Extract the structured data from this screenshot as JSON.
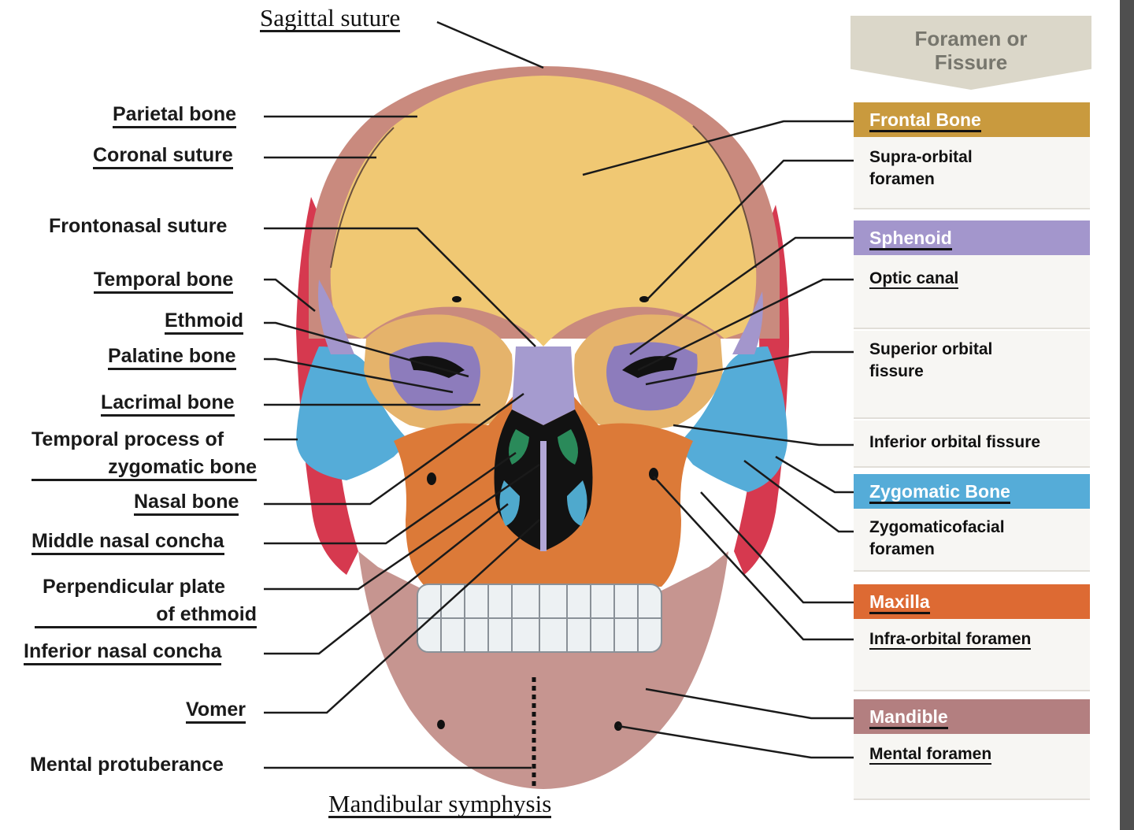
{
  "header": {
    "line1": "Foramen or",
    "line2": "Fissure"
  },
  "top_label": "Sagittal suture",
  "bottom_label": "Mandibular symphysis",
  "left_labels": {
    "parietal": "Parietal bone",
    "coronal": "Coronal suture",
    "frontonasal": "Frontonasal suture",
    "temporal": "Temporal bone",
    "ethmoid": "Ethmoid",
    "palatine": "Palatine bone",
    "lacrimal": "Lacrimal bone",
    "temporal_process_1": "Temporal process of",
    "temporal_process_2": "zygomatic bone",
    "nasal": "Nasal bone",
    "middle_concha": "Middle nasal concha",
    "perp_plate_1": "Perpendicular plate",
    "perp_plate_2": "of ethmoid",
    "inferior_concha": "Inferior nasal concha",
    "vomer": "Vomer",
    "mental_protuberance": "Mental protuberance"
  },
  "bones": {
    "frontal": {
      "name": "Frontal Bone",
      "color": "#c99a3e",
      "items": {
        "supraorbital": "Supra-orbital\nforamen"
      }
    },
    "sphenoid": {
      "name": "Sphenoid",
      "color": "#a396cc",
      "items": {
        "optic": "Optic canal",
        "superior": "Superior orbital\nfissure",
        "inferior": "Inferior orbital fissure"
      }
    },
    "zygomatic": {
      "name": "Zygomatic Bone",
      "color": "#55acd8",
      "items": {
        "zygomaticofacial": "Zygomaticofacial\nforamen"
      }
    },
    "maxilla": {
      "name": "Maxilla",
      "color": "#dd6a33",
      "items": {
        "infraorbital": "Infra-orbital foramen"
      }
    },
    "mandible": {
      "name": "Mandible",
      "color": "#b37f80",
      "items": {
        "mental": "Mental foramen"
      }
    }
  }
}
